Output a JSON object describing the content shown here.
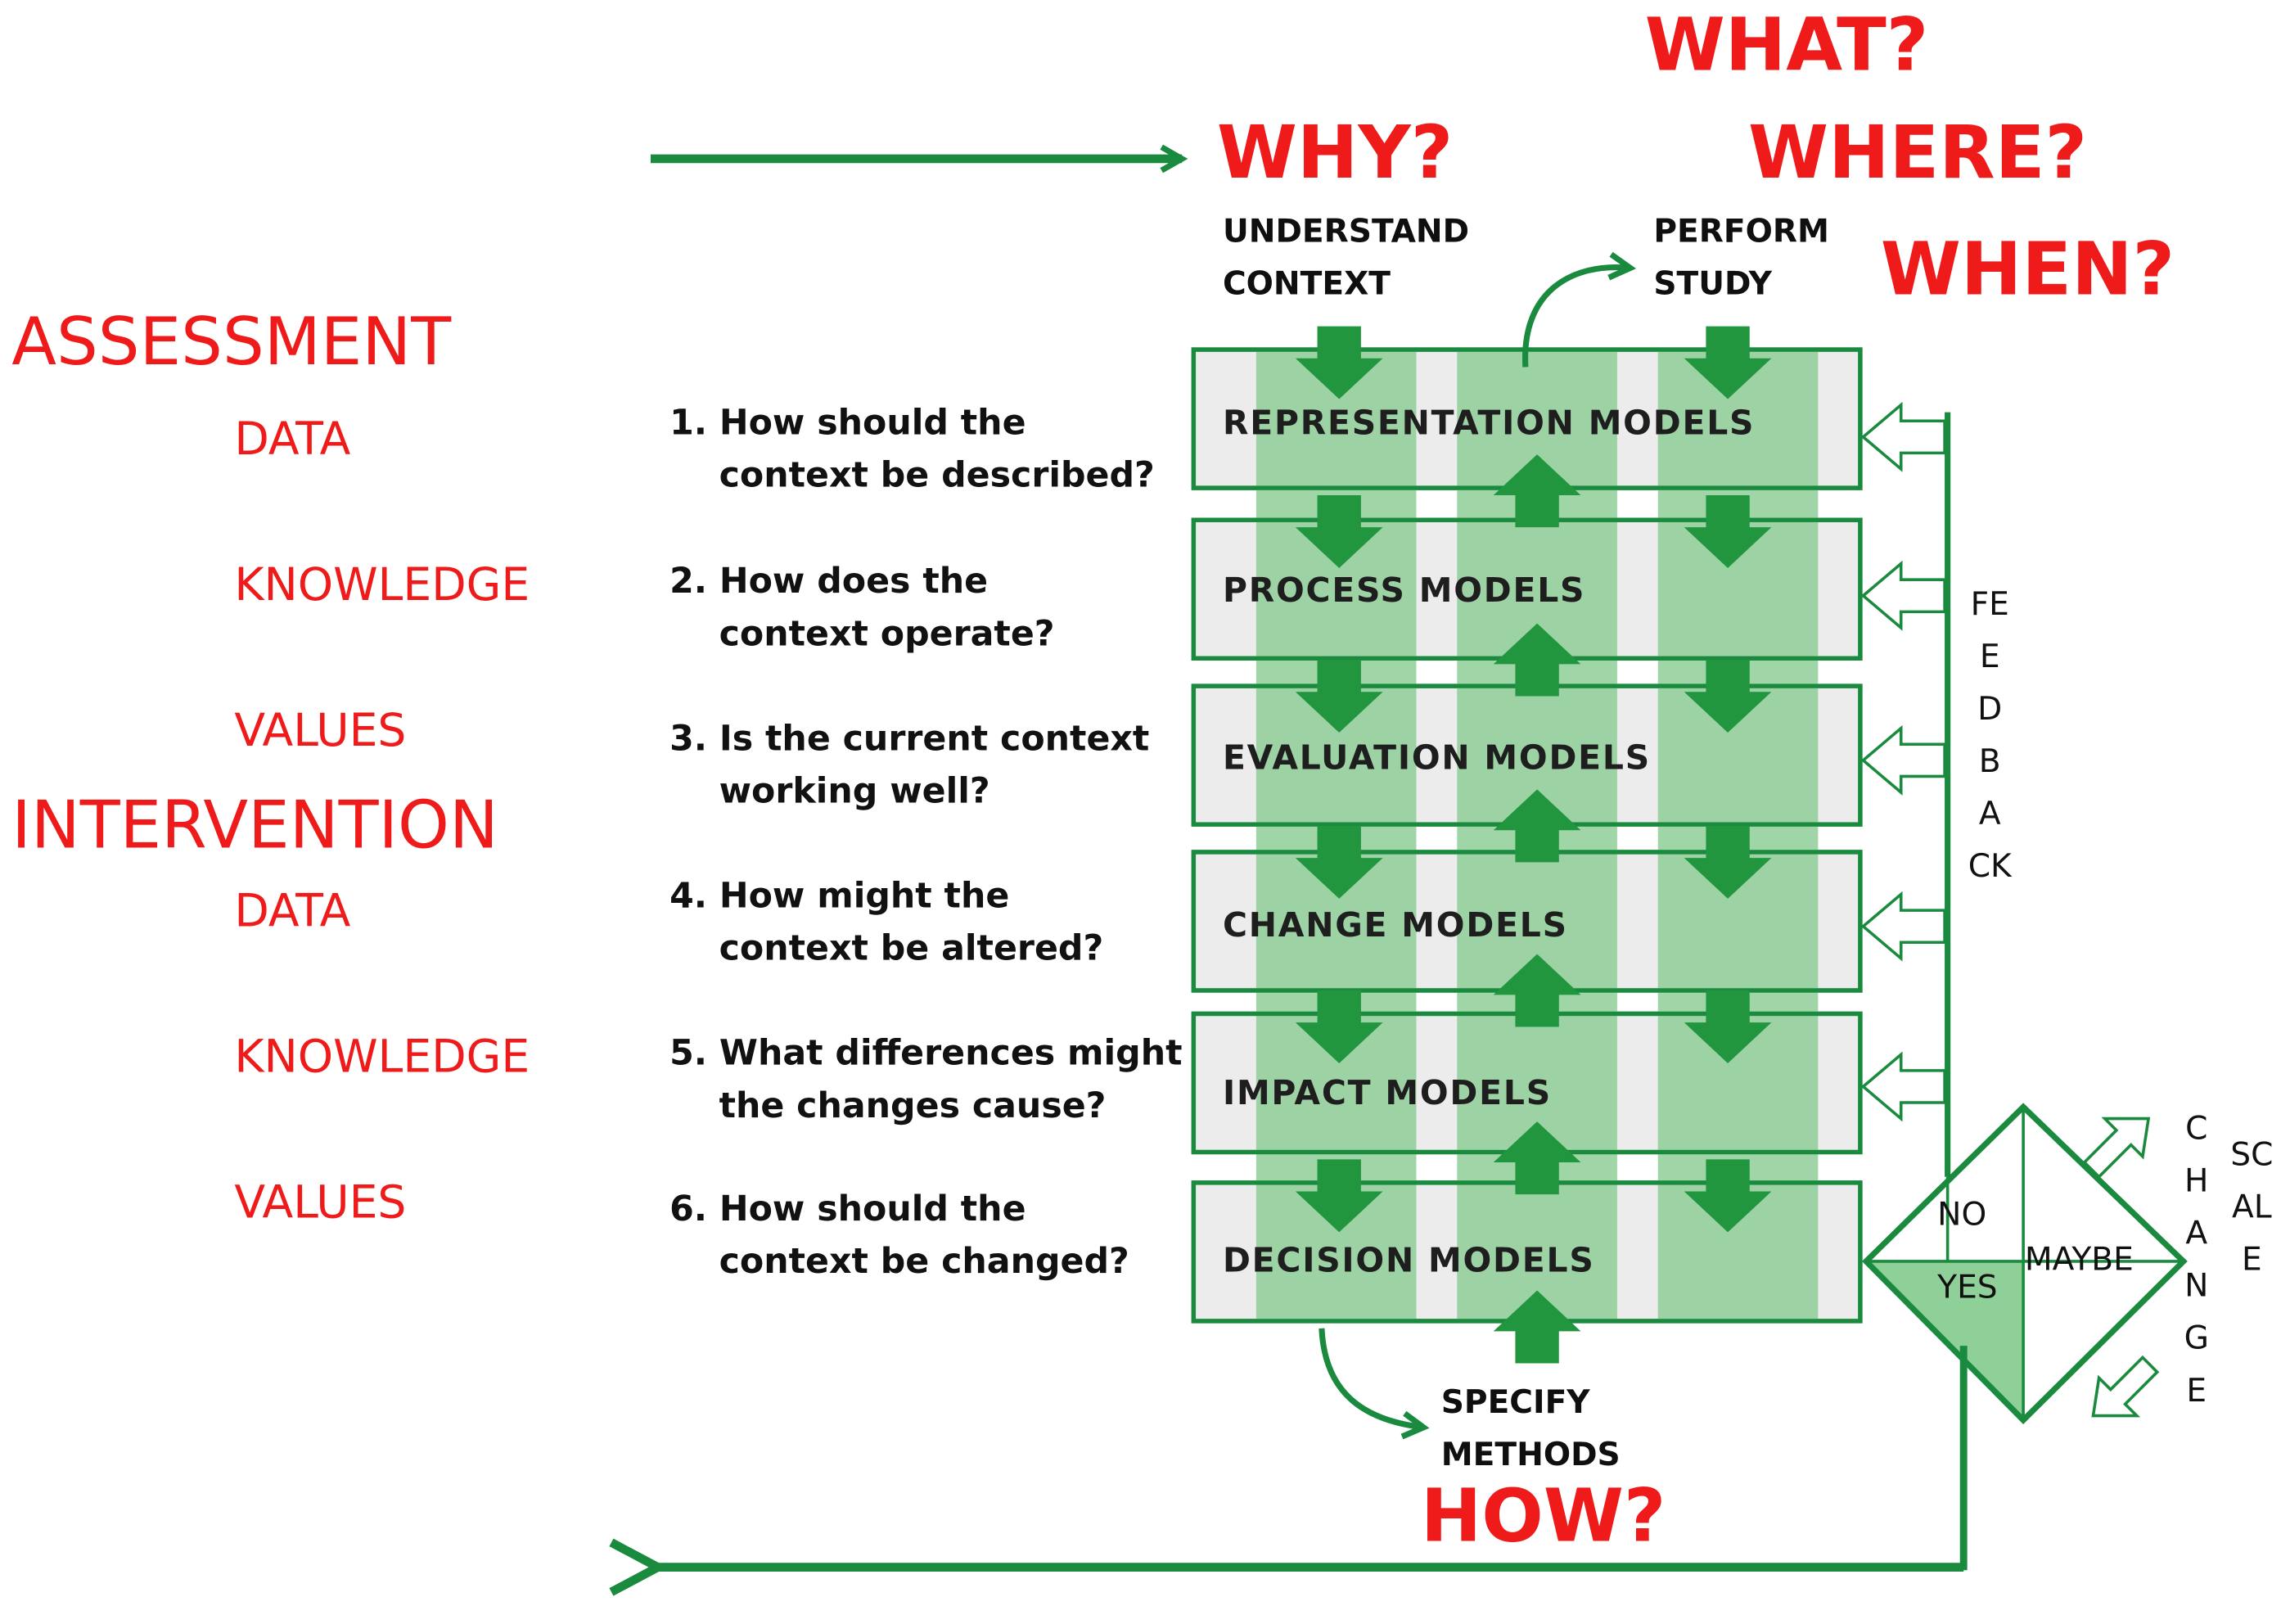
{
  "left_labels": {
    "assessment": "ASSESSMENT",
    "assessment_items": [
      "DATA",
      "KNOWLEDGE",
      "VALUES"
    ],
    "intervention": "INTERVENTION",
    "intervention_items": [
      "DATA",
      "KNOWLEDGE",
      "VALUES"
    ]
  },
  "questions": [
    {
      "line1": "1. How should the",
      "line2": "context be described?"
    },
    {
      "line1": "2.  How does the",
      "line2": "context operate?"
    },
    {
      "line1": "3.  Is the current context",
      "line2": "working well?"
    },
    {
      "line1": "4.  How might the",
      "line2": "context be altered?"
    },
    {
      "line1": "5.  What differences might",
      "line2": "the changes cause?"
    },
    {
      "line1": "6.  How should the",
      "line2": "context be changed?"
    }
  ],
  "models": [
    "REPRESENTATION  MODELS",
    "PROCESS  MODELS",
    "EVALUATION  MODELS",
    "CHANGE  MODELS",
    "IMPACT MODELS",
    "DECISION  MODELS"
  ],
  "headers": {
    "understand_line1": "UNDERSTAND",
    "understand_line2": "CONTEXT",
    "perform_line1": "PERFORM",
    "perform_line2": "STUDY",
    "specify_line1": "SPECIFY",
    "specify_line2": "METHODS"
  },
  "question_words": {
    "why": "WHY?",
    "what": "WHAT?",
    "where": "WHERE?",
    "when": "WHEN?",
    "how": "HOW?"
  },
  "feedback": "FEEDBACK",
  "decision": {
    "no": "NO",
    "yes": "YES",
    "maybe": "MAYBE"
  },
  "change": "CHANGE",
  "scale": "SCALE",
  "colors": {
    "red": "#ef1a1a",
    "green_dark": "#1a8a3e",
    "green_band": "#9fd6a5",
    "arrow_green": "#21963f"
  }
}
